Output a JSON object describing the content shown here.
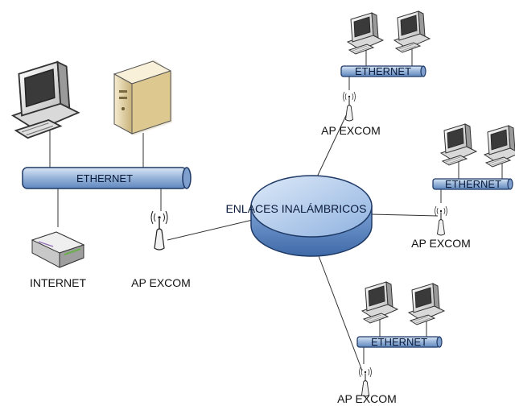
{
  "diagram": {
    "main_lan": {
      "bus_label": "ETHERNET",
      "router_label": "INTERNET",
      "ap_label": "AP EXCOM"
    },
    "hub": {
      "label": "ENLACES INALÁMBRICOS"
    },
    "remote_sites": [
      {
        "bus_label": "ETHERNET",
        "ap_label": "AP EXCOM"
      },
      {
        "bus_label": "ETHERNET",
        "ap_label": "AP EXCOM"
      },
      {
        "bus_label": "ETHERNET",
        "ap_label": "AP EXCOM"
      }
    ],
    "colors": {
      "bus_fill": "#9db8dc",
      "bus_stroke": "#1f3a66",
      "cloud_fill": "#8fb2e0",
      "line": "#333333",
      "server_fill": "#e6d6a8"
    }
  }
}
